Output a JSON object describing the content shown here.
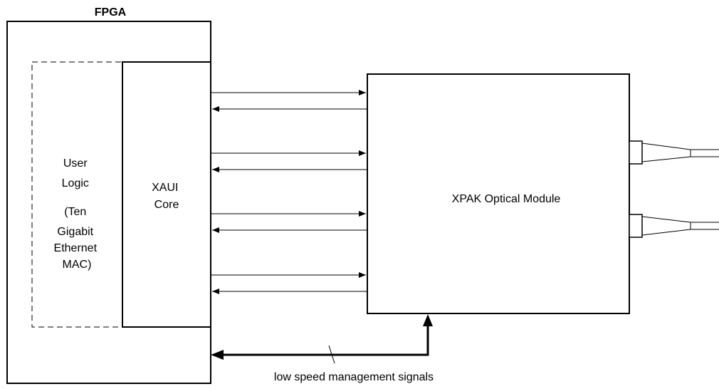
{
  "fpga": {
    "title": "FPGA"
  },
  "user_logic": {
    "lines": [
      "User",
      "Logic",
      "",
      "(Ten",
      "Gigabit",
      "Ethernet",
      "MAC)"
    ]
  },
  "xaui_core": {
    "lines": [
      "XAUI",
      "Core"
    ]
  },
  "xpak_module": {
    "label": "XPAK Optical Module"
  },
  "management": {
    "label": "low speed management signals"
  }
}
